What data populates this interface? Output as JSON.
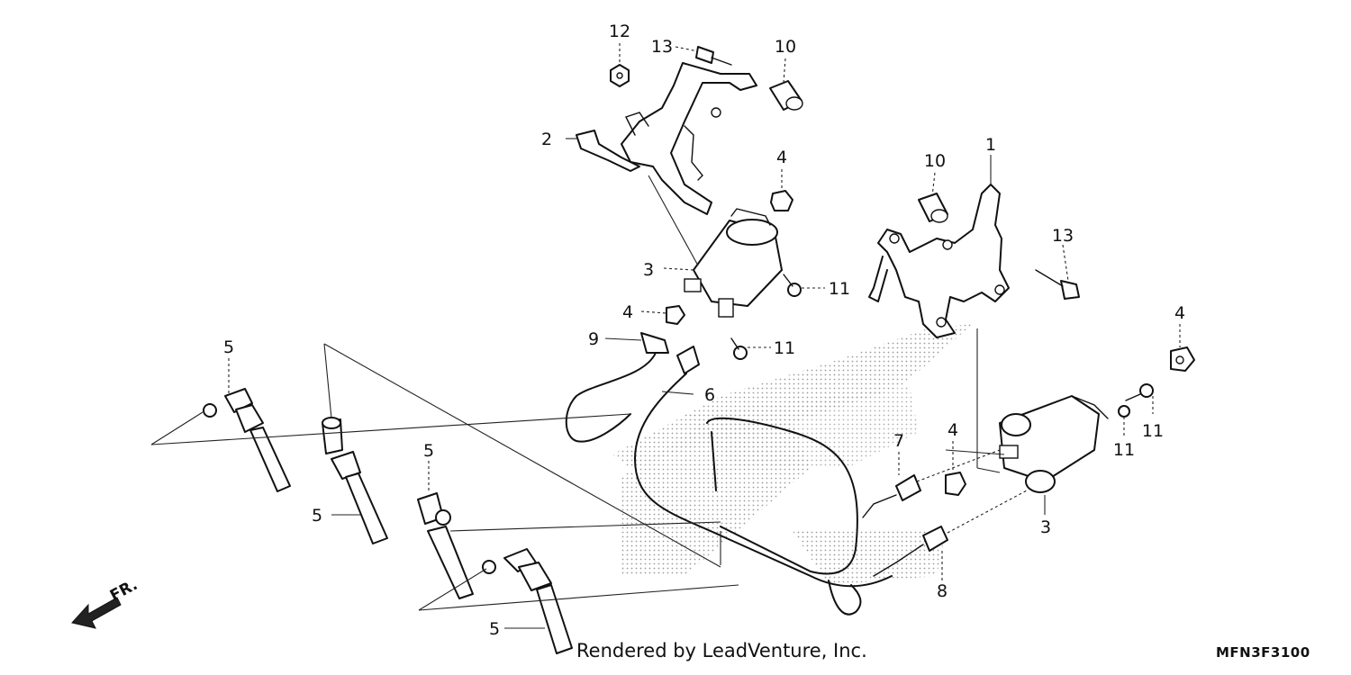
{
  "callouts": {
    "c12": "12",
    "c13a": "13",
    "c10a": "10",
    "c2": "2",
    "c4a": "4",
    "c10b": "10",
    "c1": "1",
    "c13b": "13",
    "c3a": "3",
    "c11a": "11",
    "c4b": "4",
    "c9": "9",
    "c11b": "11",
    "c4c": "4",
    "c5a": "5",
    "c6": "6",
    "c11c": "11",
    "c11d": "11",
    "c7": "7",
    "c4d": "4",
    "c5b": "5",
    "c5c": "5",
    "c3b": "3",
    "c8": "8",
    "c5d": "5"
  },
  "front_arrow": {
    "label": "FR.",
    "icon": "front-direction-arrow-icon"
  },
  "footer": {
    "credit": "Rendered by LeadVenture, Inc.",
    "code": "MFN3F3100"
  },
  "colors": {
    "line": "#111111",
    "background": "#ffffff",
    "stipple": "#9a9a9a"
  }
}
